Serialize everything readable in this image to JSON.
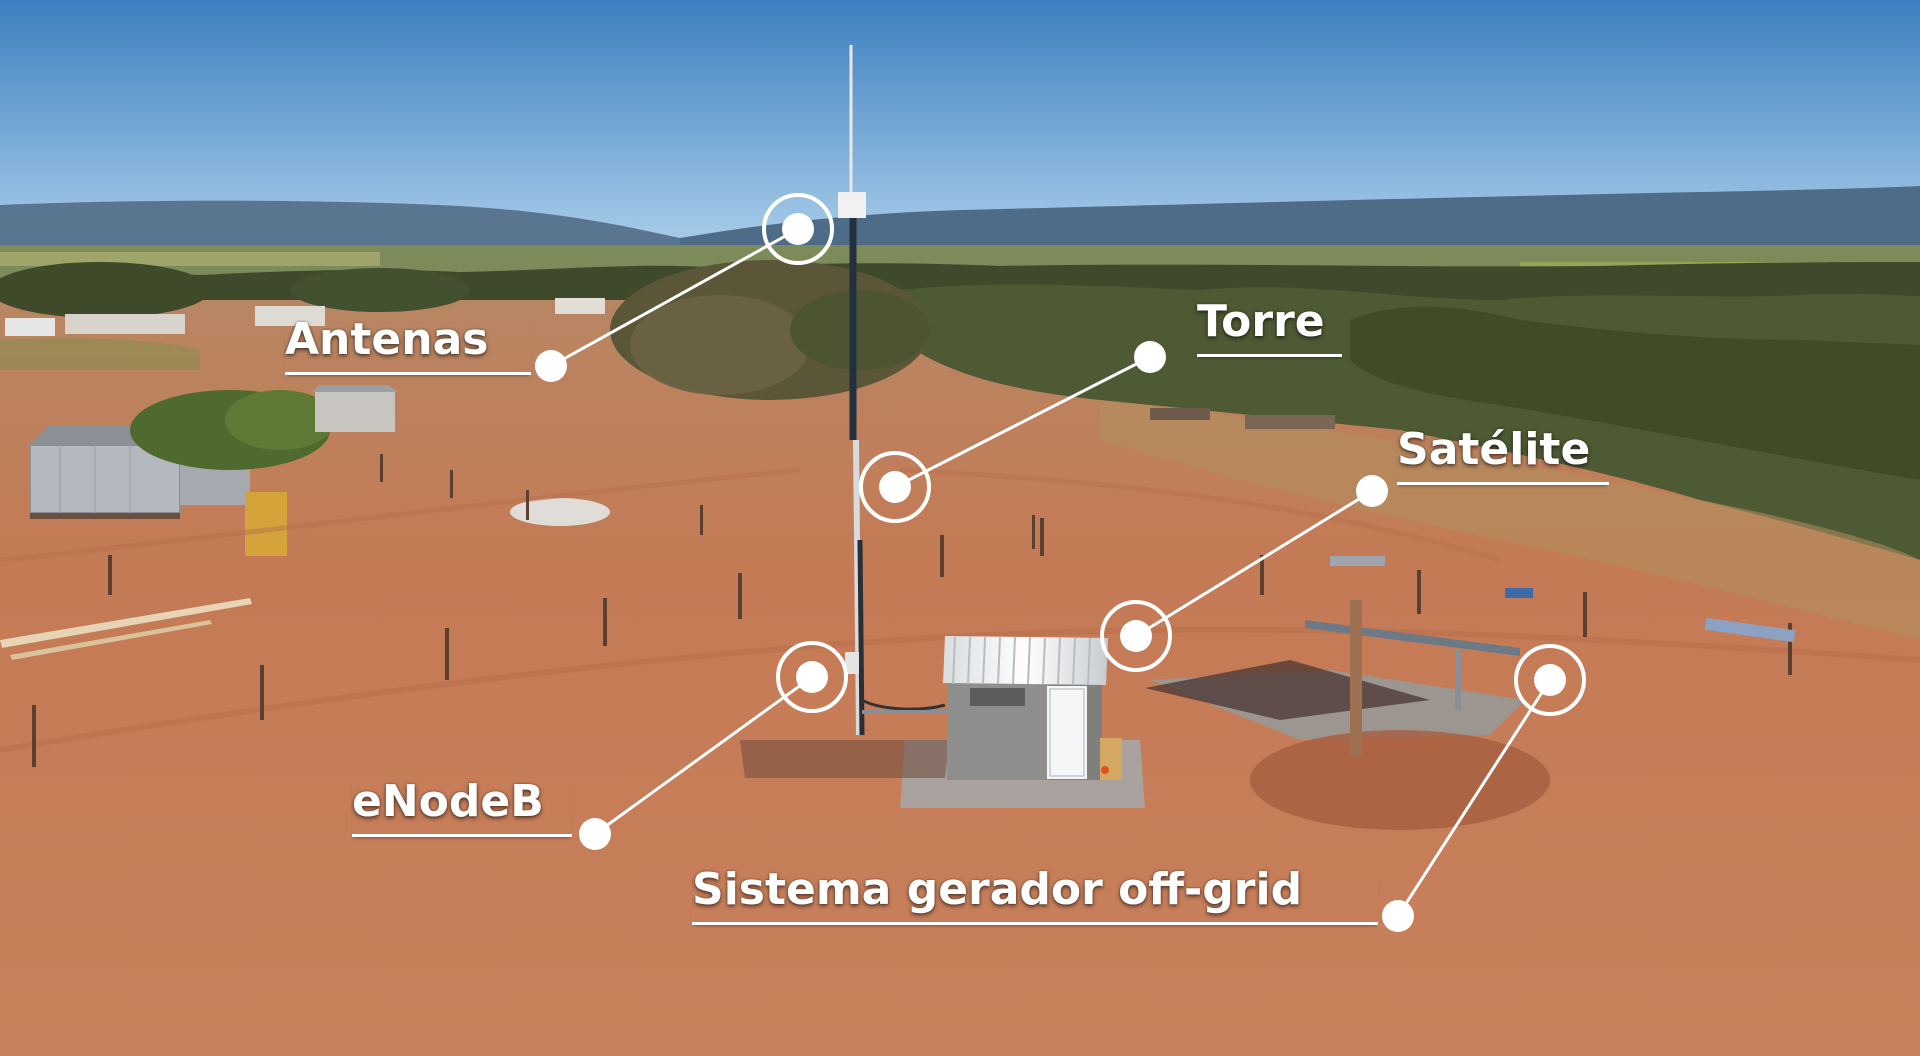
{
  "colors": {
    "sky_top": "#3c7fc0",
    "sky_bottom": "#9ec7e8",
    "mountains": "#4a6a88",
    "vegetation": "#4e5a33",
    "soil": "#c47a55",
    "callout": "#ffffff"
  },
  "labels": {
    "antenas": "Antenas",
    "torre": "Torre",
    "satelite": "Satélite",
    "enodeb": "eNodeB",
    "gerador": "Sistema gerador off-grid"
  },
  "scene_objects": [
    "tower-icon",
    "equipment-shelter-icon",
    "solar-panel-icon",
    "farm-house-icon",
    "fence-posts-icon"
  ]
}
